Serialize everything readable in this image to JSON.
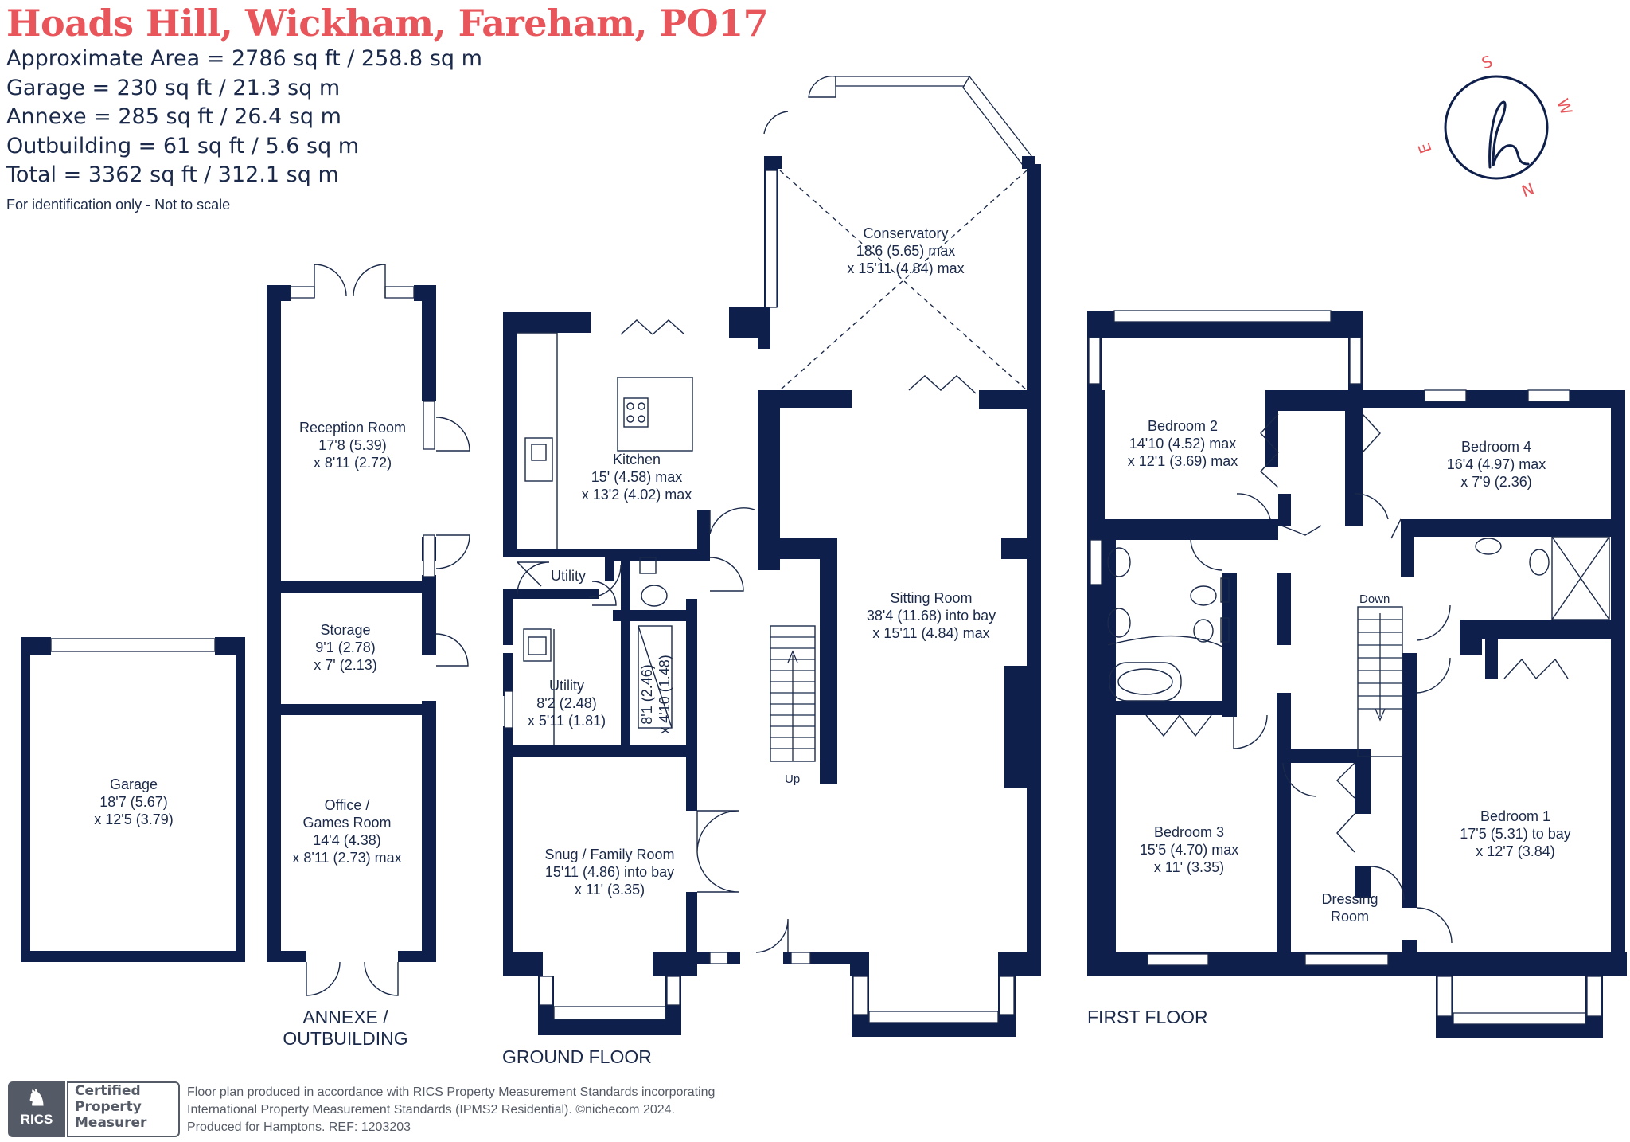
{
  "header": {
    "title": "Hoads Hill, Wickham, Fareham, PO17",
    "areas": [
      "Approximate Area = 2786  sq ft / 258.8  sq m",
      "Garage = 230 sq ft / 21.3  sq m",
      "Annexe = 285 sq ft / 26.4  sq m",
      "Outbuilding = 61 sq ft / 5.6  sq m",
      "Total = 3362 sq ft / 312.1 sq m"
    ],
    "identification": "For identification only - Not to scale"
  },
  "compass": {
    "n": "N",
    "e": "E",
    "s": "S",
    "w": "W"
  },
  "rooms": {
    "conservatory": [
      "Conservatory",
      "18'6 (5.65) max",
      "x 15'11 (4.84) max"
    ],
    "reception": [
      "Reception Room",
      "17'8 (5.39)",
      "x 8'11 (2.72)"
    ],
    "kitchen": [
      "Kitchen",
      "15' (4.58) max",
      "x 13'2 (4.02) max"
    ],
    "utility_small": [
      "Utility"
    ],
    "utility": [
      "Utility",
      "8'2 (2.48)",
      "x 5'11 (1.81)"
    ],
    "utility_vertical": [
      "8'1 (2.46)",
      "x 4'10 (1.48)"
    ],
    "storage": [
      "Storage",
      "9'1 (2.78)",
      "x 7' (2.13)"
    ],
    "garage": [
      "Garage",
      "18'7 (5.67)",
      "x 12'5 (3.79)"
    ],
    "office": [
      "Office /",
      "Games Room",
      "14'4 (4.38)",
      "x 8'11 (2.73) max"
    ],
    "sitting": [
      "Sitting Room",
      "38'4 (11.68) into bay",
      "x 15'11 (4.84) max"
    ],
    "snug": [
      "Snug / Family Room",
      "15'11 (4.86) into bay",
      "x 11' (3.35)"
    ],
    "bedroom2": [
      "Bedroom 2",
      "14'10 (4.52) max",
      "x 12'1 (3.69) max"
    ],
    "bedroom4": [
      "Bedroom 4",
      "16'4 (4.97) max",
      "x 7'9 (2.36)"
    ],
    "bedroom3": [
      "Bedroom 3",
      "15'5 (4.70) max",
      "x 11' (3.35)"
    ],
    "bedroom1": [
      "Bedroom 1",
      "17'5 (5.31) to bay",
      "x 12'7 (3.84)"
    ],
    "dressing": [
      "Dressing",
      "Room"
    ]
  },
  "stairs": {
    "up": "Up",
    "down": "Down"
  },
  "floors": {
    "annexe": [
      "ANNEXE /",
      "OUTBUILDING"
    ],
    "ground": "GROUND FLOOR",
    "first": "FIRST FLOOR"
  },
  "badge": {
    "logo": "RICS",
    "lines": [
      "Certified",
      "Property",
      "Measurer"
    ]
  },
  "footer": [
    "Floor plan produced in accordance with RICS Property Measurement Standards incorporating",
    "International Property Measurement Standards (IPMS2 Residential).  ©nichecom  2024.",
    "Produced for Hamptons.  REF: 1203203"
  ],
  "colors": {
    "title": "#e8555a",
    "walls": "#0d1f4a",
    "text": "#1b2a4a"
  }
}
